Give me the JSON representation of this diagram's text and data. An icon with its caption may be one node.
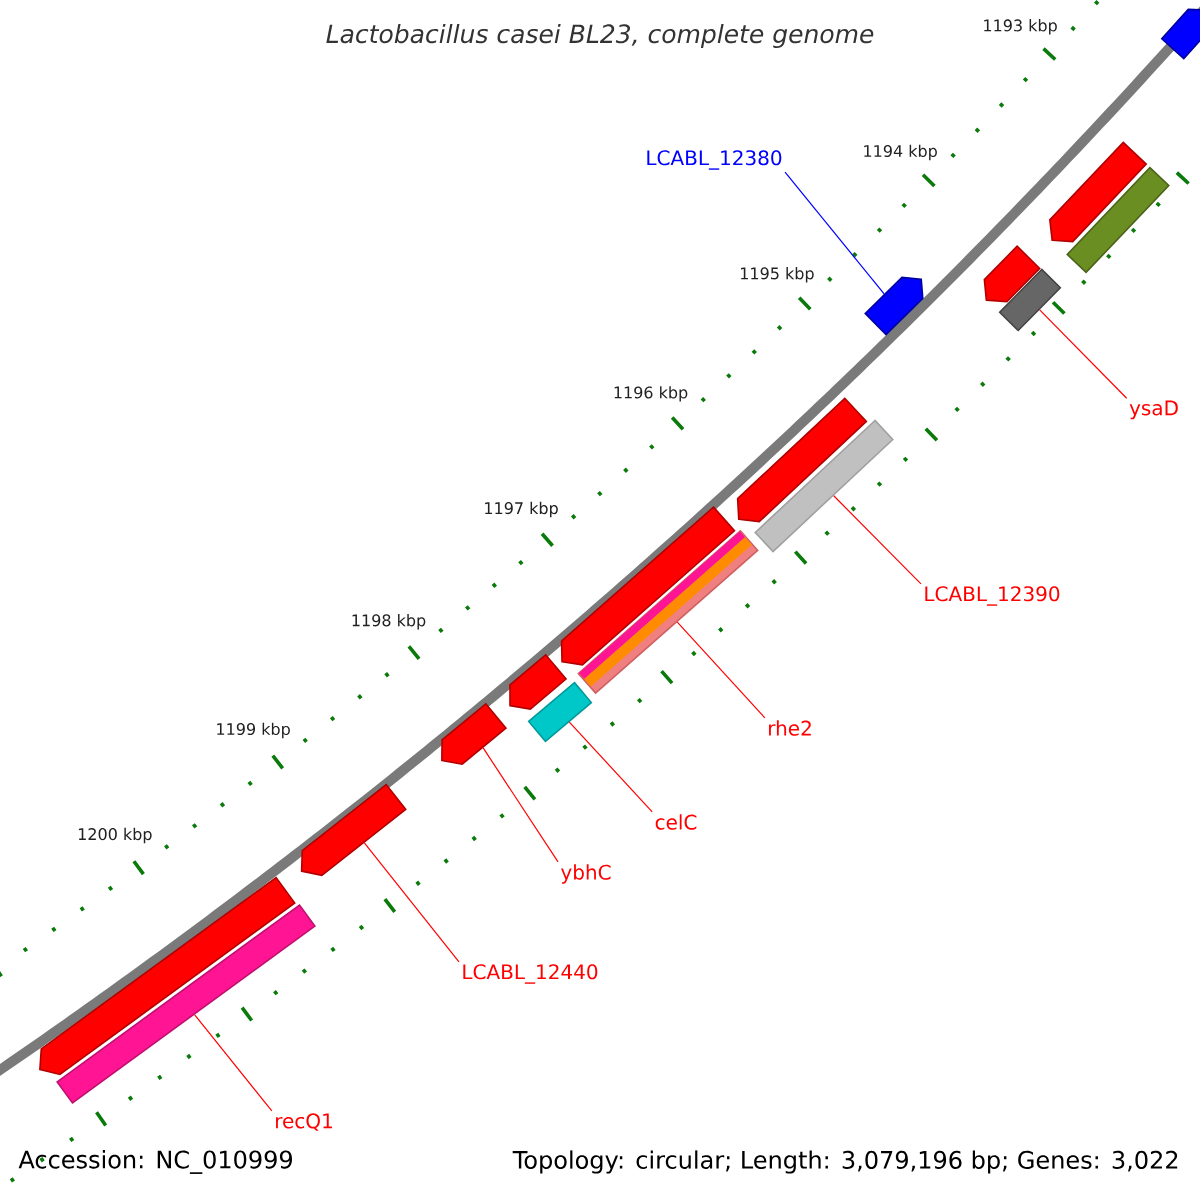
{
  "diagram": {
    "title": "Lactobacillus casei BL23, complete genome",
    "nodes": [
      {
        "text": [],
        "shape": "arrow"
      },
      {
        "text": [
          "LCABL_12380"
        ]
      },
      {
        "text": [],
        "shape": "arrow"
      },
      {
        "text": [],
        "shape": "arrow"
      },
      {
        "text": [],
        "shape": "bar"
      },
      {
        "text": [],
        "shape": "arrow"
      },
      {
        "text": [],
        "shape": "bar"
      },
      {
        "text": [
          "ysaD"
        ]
      },
      {
        "text": [],
        "shape": "arrow"
      },
      {
        "text": [],
        "shape": "bar"
      },
      {
        "text": [
          "LCABL_12390"
        ]
      },
      {
        "text": [],
        "shape": "arrow"
      },
      {
        "text": [],
        "shape": "bar"
      },
      {
        "text": [
          "rhe2"
        ]
      },
      {
        "text": [],
        "shape": "arrow"
      },
      {
        "text": [],
        "shape": "bar"
      },
      {
        "text": [
          "celC"
        ]
      },
      {
        "text": [],
        "shape": "arrow"
      },
      {
        "text": [
          "ybhC"
        ]
      },
      {
        "text": [],
        "shape": "arrow"
      },
      {
        "text": [
          "LCABL_12440"
        ]
      },
      {
        "text": [],
        "shape": "arrow"
      },
      {
        "text": [],
        "shape": "bar"
      },
      {
        "text": [
          "recQ1"
        ]
      }
    ],
    "edges": [
      {
        "from": 1,
        "to": 2,
        "arrow": "none",
        "color": "#0000ff"
      },
      {
        "from": 7,
        "to": 6,
        "arrow": "none"
      },
      {
        "from": 10,
        "to": 9,
        "arrow": "none"
      },
      {
        "from": 13,
        "to": 12,
        "arrow": "none"
      },
      {
        "from": 16,
        "to": 15,
        "arrow": "none"
      },
      {
        "from": 18,
        "to": 17,
        "arrow": "none"
      },
      {
        "from": 20,
        "to": 19,
        "arrow": "none"
      },
      {
        "from": 23,
        "to": 22,
        "arrow": "none"
      }
    ],
    "labels": [
      "1193 kbp",
      "1194 kbp",
      "1195 kbp",
      "1196 kbp",
      "1197 kbp",
      "1198 kbp",
      "1199 kbp",
      "1200 kbp",
      "Accession: NC_010999",
      "Topology: circular; Length: 3,079,196 bp; Genes: 3,022"
    ]
  }
}
